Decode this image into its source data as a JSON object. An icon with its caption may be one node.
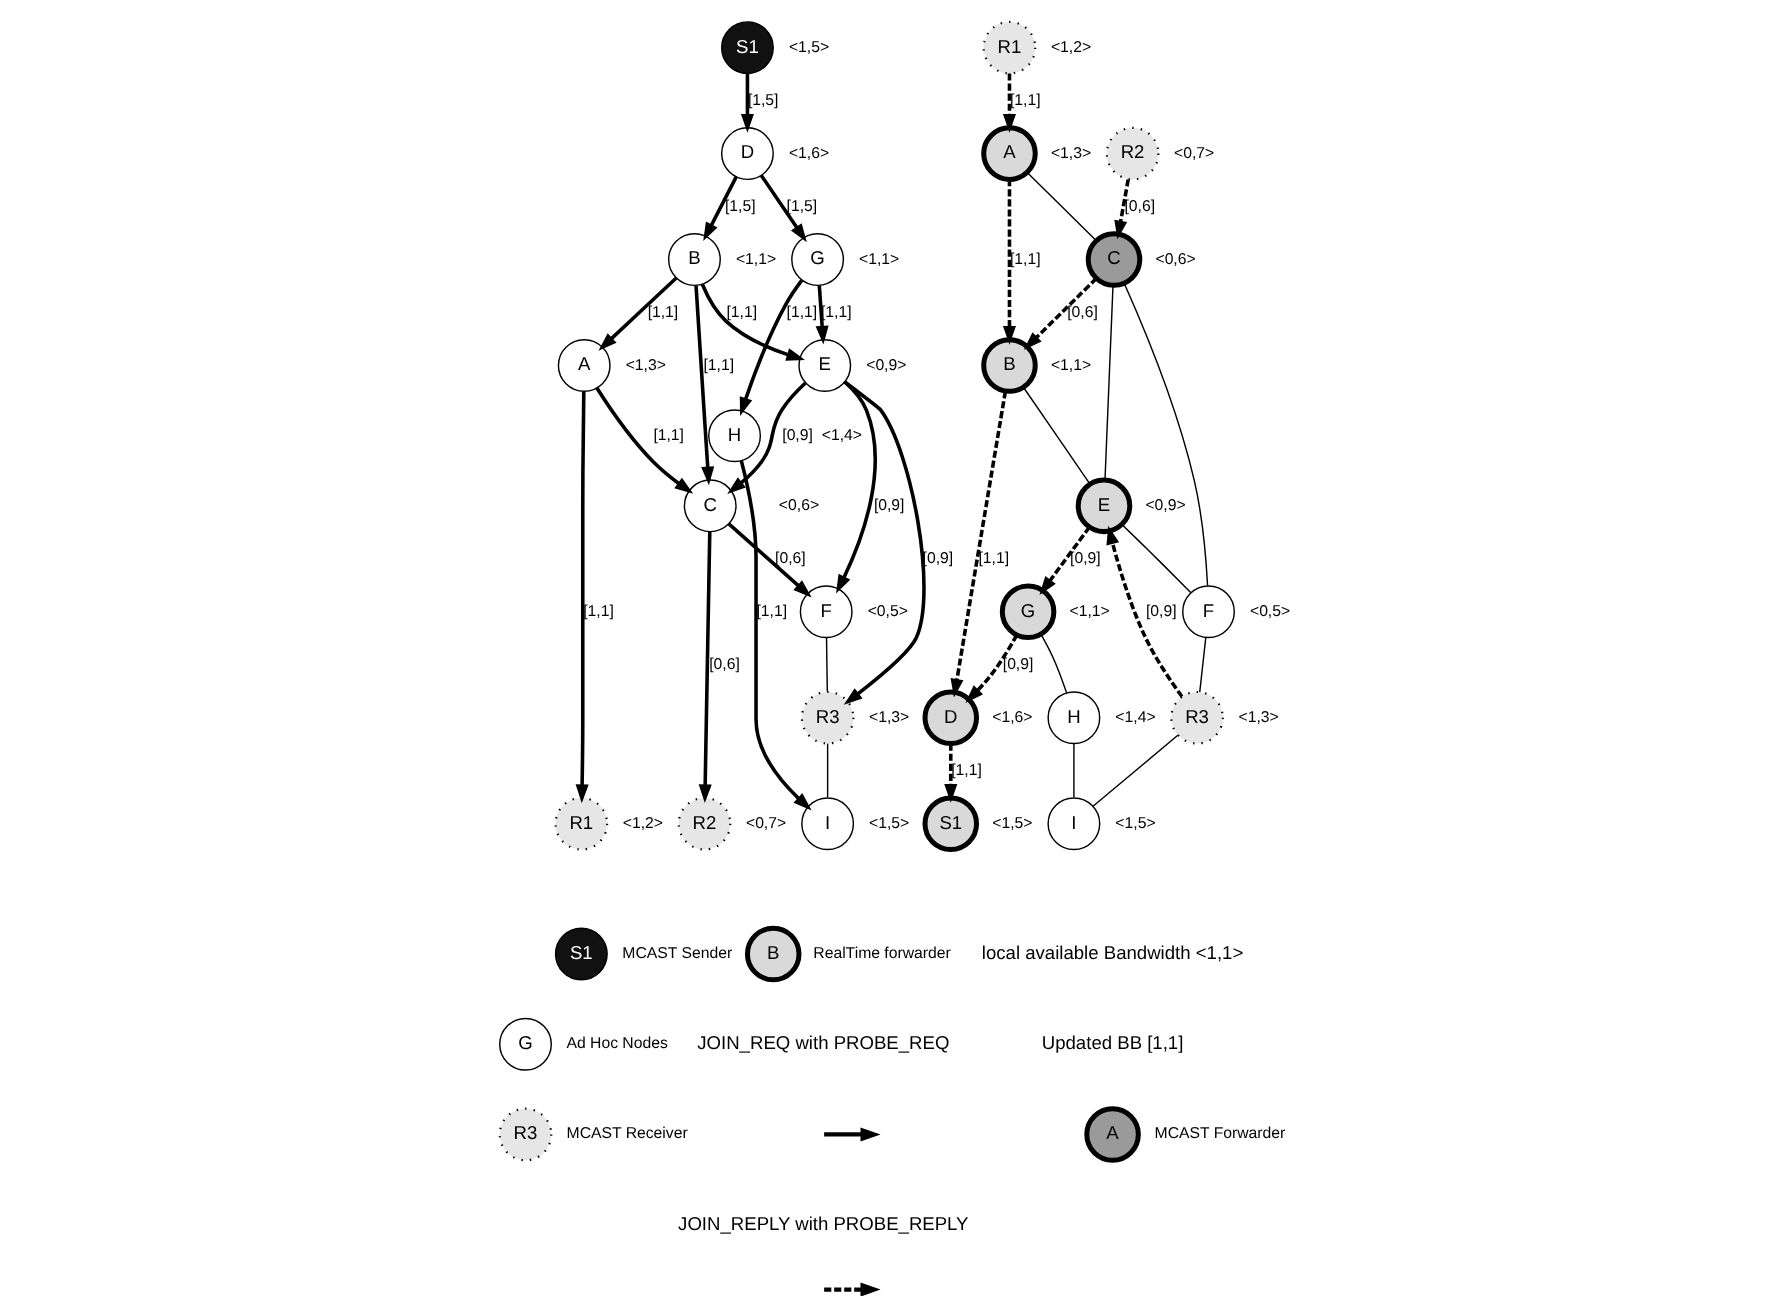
{
  "diagram": {
    "nodes": [
      {
        "text": [
          "S1"
        ],
        "beside": [
          "<1,5>"
        ]
      },
      {
        "text": [
          "R1"
        ],
        "beside": [
          "<1,2>"
        ]
      },
      {
        "text": [
          "A"
        ],
        "beside": [
          "<1,3>"
        ]
      },
      {
        "text": [
          "B"
        ],
        "beside": [
          "<1,1>"
        ]
      },
      {
        "text": [
          "C"
        ],
        "beside": [
          "<0,6>"
        ]
      },
      {
        "text": [
          "R2"
        ],
        "beside": [
          "<0,7>"
        ]
      },
      {
        "text": [
          "D"
        ],
        "beside": [
          "<1,6>"
        ]
      },
      {
        "text": [
          "E"
        ],
        "beside": [
          "<0,9>"
        ]
      },
      {
        "text": [
          "F"
        ],
        "beside": [
          "<0,5>"
        ]
      },
      {
        "text": [
          "G"
        ],
        "beside": [
          "<1,1>"
        ]
      },
      {
        "text": [
          "R3"
        ],
        "beside": [
          "<1,3>"
        ]
      },
      {
        "text": [
          "H"
        ],
        "beside": [
          "<1,4>"
        ]
      },
      {
        "text": [
          "I"
        ],
        "beside": [
          "<1,5>"
        ]
      },
      {
        "text": [
          "S1"
        ],
        "beside": [
          "<1,5>"
        ]
      },
      {
        "text": [
          "R1"
        ],
        "beside": [
          "<1,2>"
        ]
      },
      {
        "text": [
          "A"
        ],
        "beside": [
          "<1,3>"
        ]
      },
      {
        "text": [
          "B"
        ],
        "beside": [
          "<1,1>"
        ]
      },
      {
        "text": [
          "C"
        ],
        "beside": [
          "<0,6>"
        ]
      },
      {
        "text": [
          "R2"
        ],
        "beside": [
          "<0,7>"
        ]
      },
      {
        "text": [
          "D"
        ],
        "beside": [
          "<1,6>"
        ]
      },
      {
        "text": [
          "E"
        ],
        "beside": [
          "<0,9>"
        ]
      },
      {
        "text": [
          "F"
        ],
        "beside": [
          "<0,5>"
        ]
      },
      {
        "text": [
          "G"
        ],
        "beside": [
          "<1,1>"
        ]
      },
      {
        "text": [
          "R3"
        ],
        "beside": [
          "<1,3>"
        ]
      },
      {
        "text": [
          "H"
        ],
        "beside": [
          "<1,4>"
        ]
      },
      {
        "text": [
          "I"
        ],
        "beside": [
          "<1,5>"
        ]
      },
      {
        "text": [
          "A"
        ],
        "beside": [
          "MCAST Forwarder"
        ]
      },
      {
        "text": [
          "S1"
        ],
        "beside": [
          "MCAST Sender"
        ]
      },
      {
        "text": [
          "G"
        ],
        "beside": [
          "Ad Hoc Nodes"
        ]
      },
      {
        "text": [
          "R3"
        ],
        "beside": [
          "MCAST Receiver"
        ]
      },
      {
        "text": [
          "B"
        ],
        "beside": [
          "RealTime forwarder"
        ]
      }
    ],
    "edges": [
      {
        "from": 0,
        "to": 6,
        "arrow": "to",
        "label": "[1,5]"
      },
      {
        "from": 2,
        "to": 1,
        "arrow": "to",
        "label": "[1,1]"
      },
      {
        "from": 3,
        "to": 2,
        "arrow": "to",
        "label": "[1,1]"
      },
      {
        "from": 2,
        "to": 4,
        "arrow": "to",
        "label": "[1,1]"
      },
      {
        "from": 6,
        "to": 3,
        "arrow": "to",
        "label": "[1,5]"
      },
      {
        "from": 3,
        "to": 4,
        "arrow": "to",
        "label": "[1,1]"
      },
      {
        "from": 3,
        "to": 7,
        "arrow": "to",
        "label": "[1,1]"
      },
      {
        "from": 4,
        "to": 5,
        "arrow": "to",
        "label": "[0,6]"
      },
      {
        "from": 7,
        "to": 4,
        "arrow": "to",
        "label": "[0,9]"
      },
      {
        "from": 4,
        "to": 8,
        "arrow": "to",
        "label": "[0,6]"
      },
      {
        "from": 6,
        "to": 9,
        "arrow": "to",
        "label": "[1,5]"
      },
      {
        "from": 7,
        "to": 8,
        "arrow": "to",
        "label": "[0,9]"
      },
      {
        "from": 7,
        "to": 10,
        "arrow": "to",
        "label": "[0,9]"
      },
      {
        "from": 9,
        "to": 7,
        "arrow": "to",
        "label": "[1,1]"
      },
      {
        "from": 8,
        "to": 10,
        "arrow": "none"
      },
      {
        "from": 9,
        "to": 11,
        "arrow": "to",
        "label": "[1,1]"
      },
      {
        "from": 10,
        "to": 12,
        "arrow": "none"
      },
      {
        "from": 11,
        "to": 12,
        "arrow": "to",
        "label": "[1,1]"
      },
      {
        "from": 14,
        "to": 15,
        "arrow": "to",
        "label": "[1,1]",
        "style": "dashed"
      },
      {
        "from": 15,
        "to": 16,
        "arrow": "to",
        "label": "[1,1]",
        "style": "dashed"
      },
      {
        "from": 19,
        "to": 13,
        "arrow": "to",
        "label": "[1,1]",
        "style": "dashed"
      },
      {
        "from": 15,
        "to": 17,
        "arrow": "none"
      },
      {
        "from": 17,
        "to": 16,
        "arrow": "to",
        "label": "[0,6]",
        "style": "dashed"
      },
      {
        "from": 18,
        "to": 17,
        "arrow": "to",
        "label": "[0,6]",
        "style": "dashed"
      },
      {
        "from": 16,
        "to": 19,
        "arrow": "to",
        "label": "[1,1]",
        "style": "dashed"
      },
      {
        "from": 16,
        "to": 20,
        "arrow": "none"
      },
      {
        "from": 17,
        "to": 20,
        "arrow": "none"
      },
      {
        "from": 17,
        "to": 21,
        "arrow": "none"
      },
      {
        "from": 22,
        "to": 19,
        "arrow": "to",
        "label": "[0,9]",
        "style": "dashed"
      },
      {
        "from": 20,
        "to": 21,
        "arrow": "none"
      },
      {
        "from": 20,
        "to": 22,
        "arrow": "to",
        "label": "[0,9]",
        "style": "dashed"
      },
      {
        "from": 23,
        "to": 20,
        "arrow": "to",
        "label": "[0,9]",
        "style": "dashed"
      },
      {
        "from": 21,
        "to": 23,
        "arrow": "none"
      },
      {
        "from": 22,
        "to": 24,
        "arrow": "none"
      },
      {
        "from": 23,
        "to": 25,
        "arrow": "none"
      },
      {
        "from": 24,
        "to": 25,
        "arrow": "none"
      }
    ],
    "labels": [
      "local available Bandwidth <1,1>",
      "Updated BB [1,1]"
    ],
    "legend": [
      {
        "text": "JOIN_REQ with PROBE_REQ"
      },
      {
        "text": "JOIN_REPLY with PROBE_REPLY"
      }
    ]
  }
}
